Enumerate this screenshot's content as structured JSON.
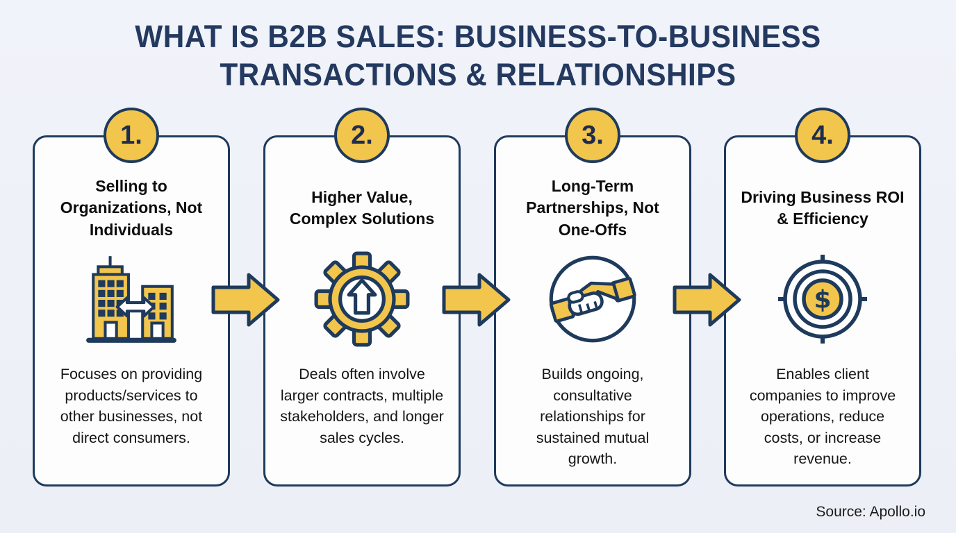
{
  "title": "WHAT IS B2B SALES: BUSINESS-TO-BUSINESS TRANSACTIONS & RELATIONSHIPS",
  "source": "Source: Apollo.io",
  "colors": {
    "background": "#eef1f7",
    "card_background": "#fdfdfe",
    "navy": "#1e3a5c",
    "title_navy": "#24395f",
    "yellow": "#f2c54c",
    "body_text": "#161616"
  },
  "icons": {
    "dollar_sign": "$"
  },
  "steps": [
    {
      "number": "1.",
      "title": "Selling to Organizations, Not Individuals",
      "description": "Focuses on providing products/services to other businesses, not direct consumers.",
      "icon": "buildings-exchange-icon"
    },
    {
      "number": "2.",
      "title": "Higher Value, Complex Solutions",
      "description": "Deals often involve larger contracts, multiple stakeholders, and longer sales cycles.",
      "icon": "gear-growth-icon"
    },
    {
      "number": "3.",
      "title": "Long-Term Partnerships, Not One-Offs",
      "description": "Builds ongoing, consultative relationships for sustained mutual growth.",
      "icon": "handshake-icon"
    },
    {
      "number": "4.",
      "title": "Driving Business ROI & Efficiency",
      "description": "Enables client companies to improve operations, reduce costs, or increase revenue.",
      "icon": "target-dollar-icon"
    }
  ]
}
